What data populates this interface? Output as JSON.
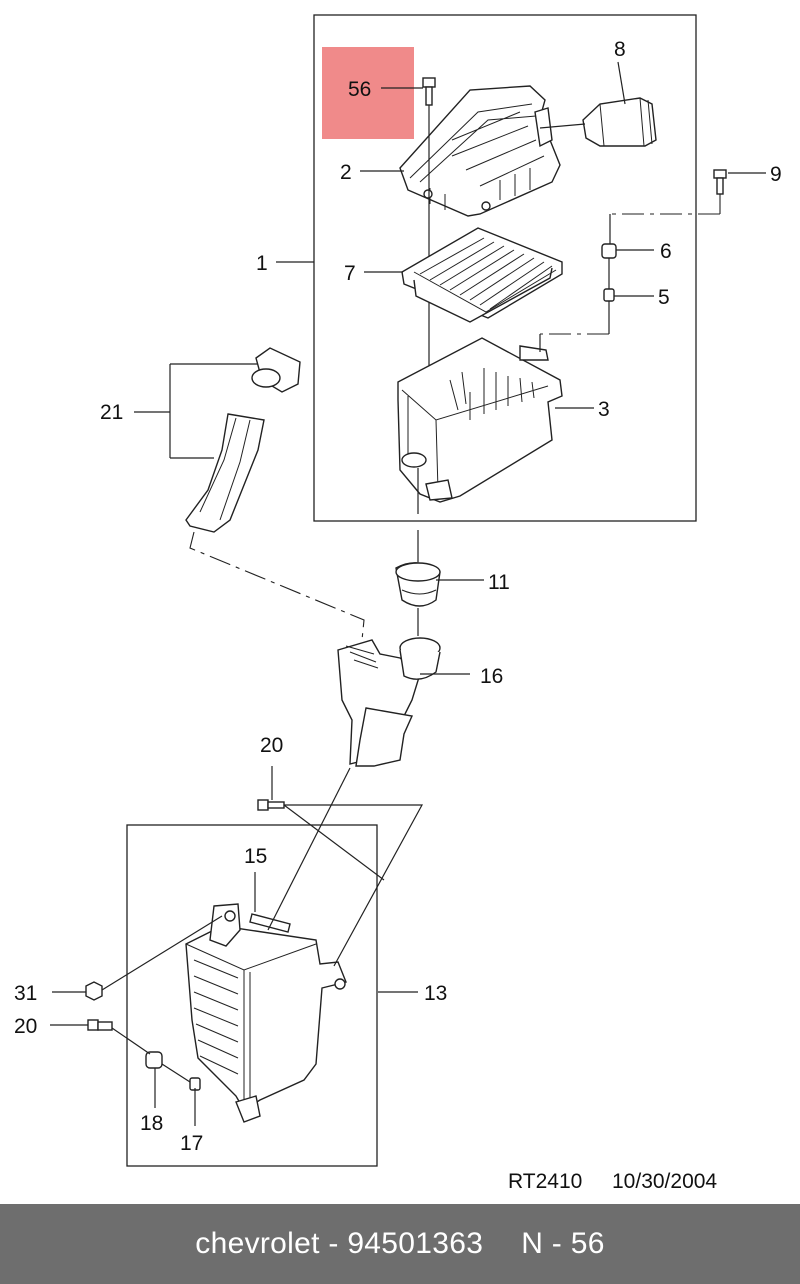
{
  "diagram": {
    "highlight_color": "#f08a8a",
    "highlighted_callout": "56",
    "callouts": {
      "c56": "56",
      "c8": "8",
      "c2": "2",
      "c9": "9",
      "c1": "1",
      "c6": "6",
      "c7": "7",
      "c5": "5",
      "c21": "21",
      "c3": "3",
      "c11": "11",
      "c16": "16",
      "c20a": "20",
      "c15": "15",
      "c31": "31",
      "c13": "13",
      "c20b": "20",
      "c18": "18",
      "c17": "17"
    },
    "drawing_ref": "RT2410",
    "drawing_date": "10/30/2004"
  },
  "footer": {
    "brand": "chevrolet",
    "separator": "-",
    "part_number": "94501363",
    "callout_ref": "N - 56",
    "background": "#6e6e6e"
  }
}
